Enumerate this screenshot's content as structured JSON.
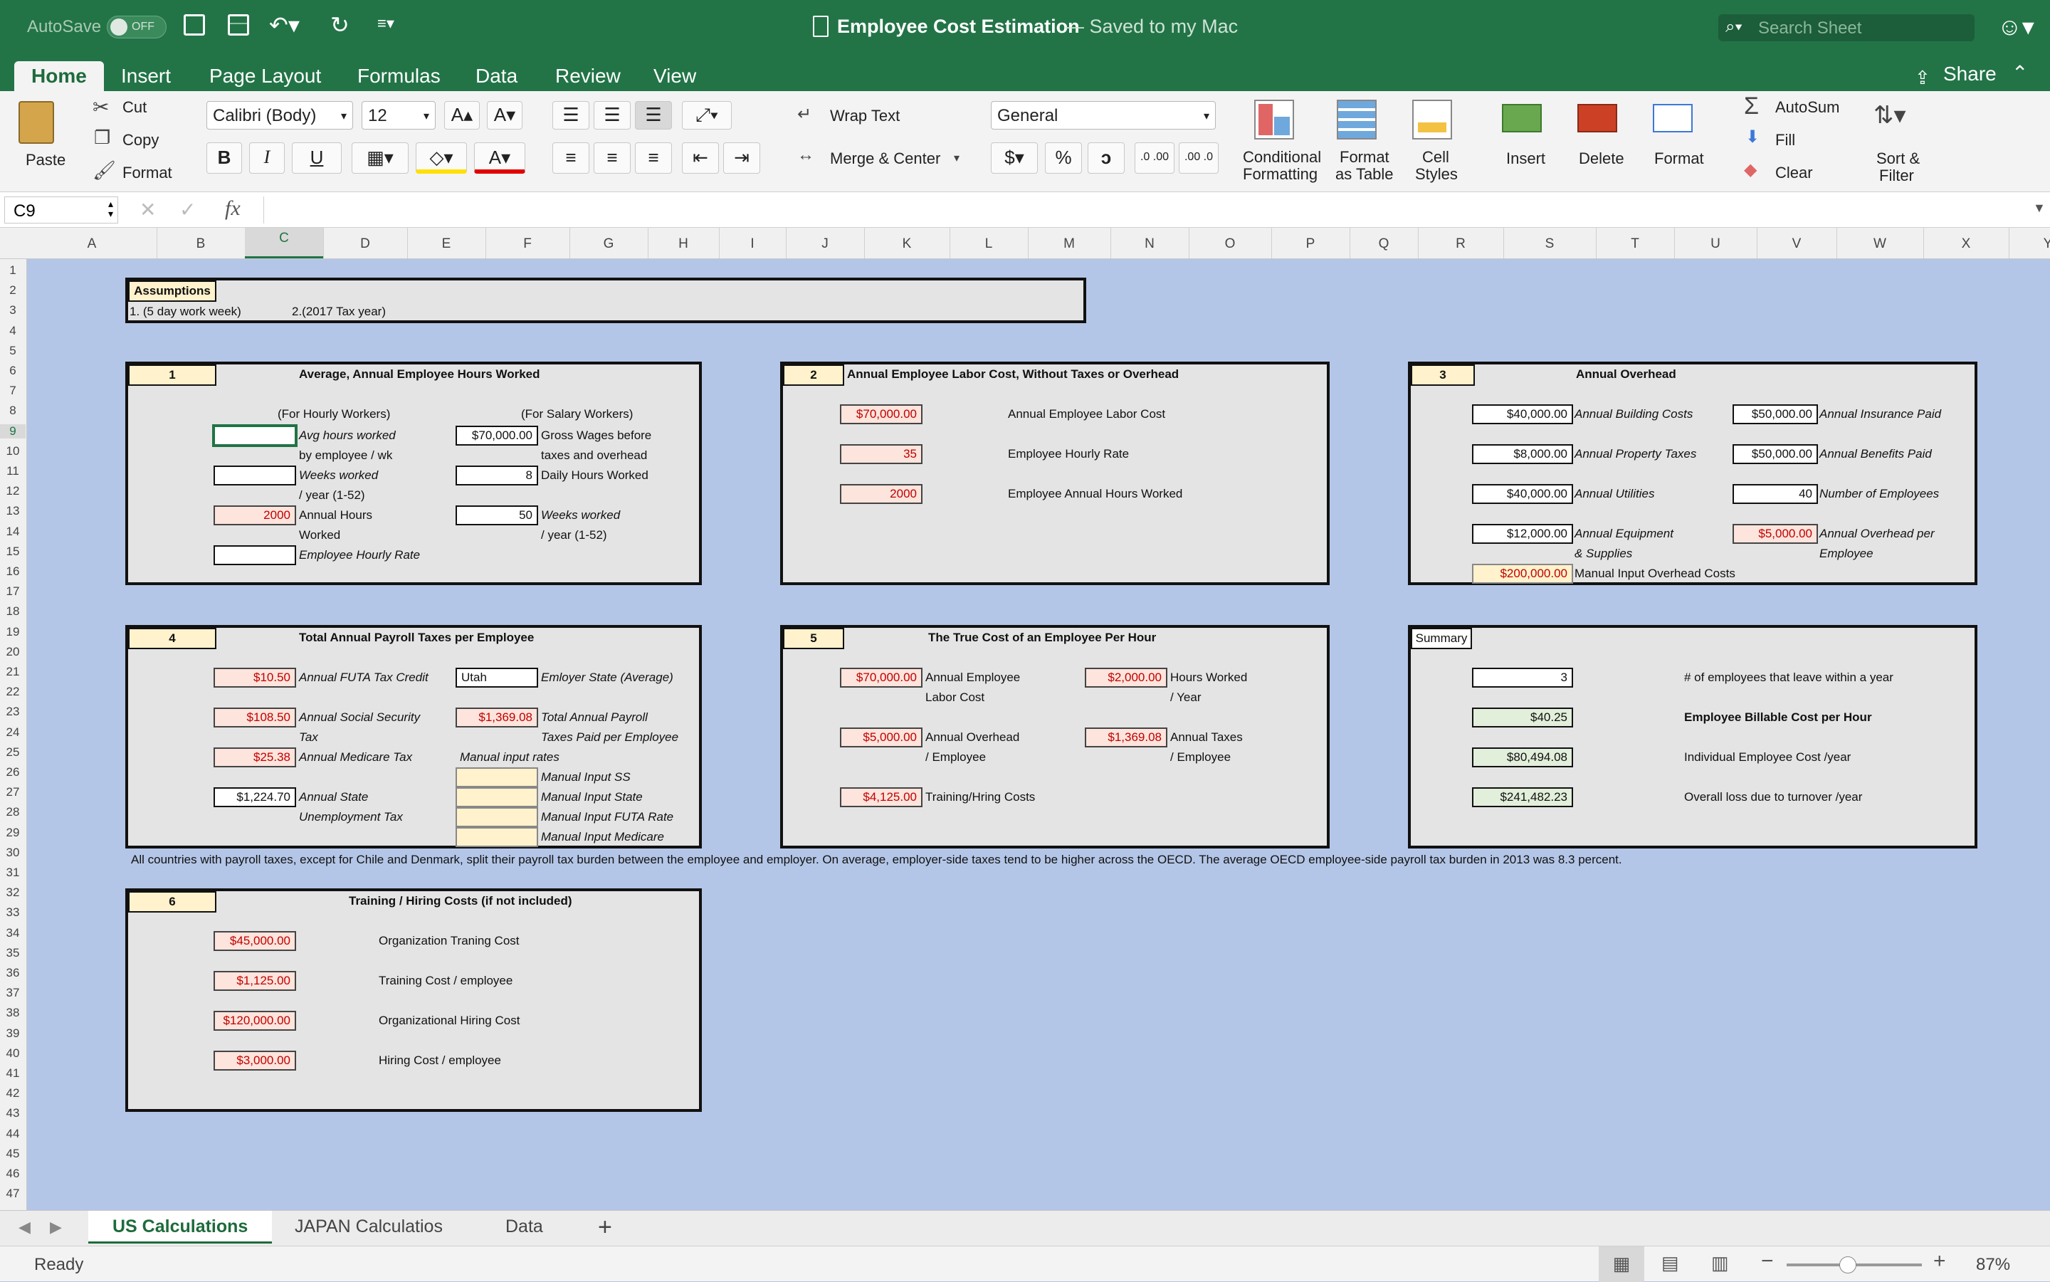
{
  "window": {
    "autosave": "AutoSave",
    "autosave_state": "OFF",
    "title": "Employee Cost Estimation",
    "saved_status": "— Saved to my Mac",
    "search_placeholder": "Search Sheet"
  },
  "ribbon_tabs": [
    {
      "label": "Home"
    },
    {
      "label": "Insert"
    },
    {
      "label": "Page Layout"
    },
    {
      "label": "Formulas"
    },
    {
      "label": "Data"
    },
    {
      "label": "Review"
    },
    {
      "label": "View"
    }
  ],
  "share_label": "Share",
  "ribbon": {
    "paste": "Paste",
    "cut": "Cut",
    "copy": "Copy",
    "format": "Format",
    "font_name": "Calibri (Body)",
    "font_size": "12",
    "wrap_text": "Wrap Text",
    "merge_center": "Merge & Center",
    "number_format": "General",
    "currency": "$",
    "percent": "%",
    "comma": "ɔ",
    "inc_dec": ".0 .00",
    "dec_dec": ".00 .0",
    "bold": "B",
    "italic": "I",
    "underline": "U",
    "cond_fmt_1": "Conditional",
    "cond_fmt_2": "Formatting",
    "fmt_table_1": "Format",
    "fmt_table_2": "as Table",
    "cell_styles_1": "Cell",
    "cell_styles_2": "Styles",
    "insert": "Insert",
    "delete": "Delete",
    "format_cells": "Format",
    "autosum": "AutoSum",
    "fill": "Fill",
    "clear": "Clear",
    "sort_1": "Sort &",
    "sort_2": "Filter"
  },
  "formula_bar": {
    "name_box": "C9",
    "fx": "fx",
    "formula": ""
  },
  "columns": [
    "A",
    "B",
    "C",
    "D",
    "E",
    "F",
    "G",
    "H",
    "I",
    "J",
    "K",
    "L",
    "M",
    "N",
    "O",
    "P",
    "Q",
    "R",
    "S",
    "T",
    "U",
    "V",
    "W",
    "X",
    "Y"
  ],
  "rows": [
    "1",
    "2",
    "3",
    "4",
    "5",
    "6",
    "7",
    "8",
    "9",
    "10",
    "11",
    "12",
    "13",
    "14",
    "15",
    "16",
    "17",
    "18",
    "19",
    "20",
    "21",
    "22",
    "23",
    "24",
    "25",
    "26",
    "27",
    "28",
    "29",
    "30",
    "31",
    "32",
    "33",
    "34",
    "35",
    "36",
    "37",
    "38",
    "39",
    "40",
    "41",
    "42",
    "43",
    "44",
    "45",
    "46",
    "47"
  ],
  "assumptions": {
    "title": "Assumptions",
    "a1": "1. (5 day work week)",
    "a2": "2.(2017 Tax year)"
  },
  "p1": {
    "num": "1",
    "title": "Average, Annual Employee Hours Worked",
    "hourly": "(For Hourly Workers)",
    "salary": "(For Salary Workers)",
    "avg_hours_1": "Avg hours worked",
    "avg_hours_2": "by employee / wk",
    "weeks_1": "Weeks worked",
    "weeks_2": "/ year (1-52)",
    "annual_hours_1": "Annual Hours",
    "annual_hours_2": "Worked",
    "hourly_rate": "Employee Hourly Rate",
    "annual_hours_val": "2000",
    "gross": "$70,000.00",
    "gross_1": "Gross Wages before",
    "gross_2": "taxes and overhead",
    "daily": "8",
    "daily_lbl": "Daily Hours Worked",
    "weeks_val": "50",
    "weeks_s1": "Weeks worked",
    "weeks_s2": "/ year (1-52)"
  },
  "p2": {
    "num": "2",
    "title": "Annual Employee Labor Cost, Without Taxes or Overhead",
    "labor_cost": "$70,000.00",
    "labor_cost_lbl": "Annual Employee Labor Cost",
    "rate": "35",
    "rate_lbl": "Employee Hourly Rate",
    "hours": "2000",
    "hours_lbl": "Employee Annual Hours Worked"
  },
  "p3": {
    "num": "3",
    "title": "Annual Overhead",
    "building": "$40,000.00",
    "building_lbl": "Annual Building Costs",
    "insurance": "$50,000.00",
    "insurance_lbl": "Annual Insurance Paid",
    "property": "$8,000.00",
    "property_lbl": "Annual Property Taxes",
    "benefits": "$50,000.00",
    "benefits_lbl": "Annual Benefits Paid",
    "utilities": "$40,000.00",
    "utilities_lbl": "Annual Utilities",
    "employees": "40",
    "employees_lbl": "Number of Employees",
    "equipment": "$12,000.00",
    "equipment_1": "Annual Equipment",
    "equipment_2": "& Supplies",
    "per_emp": "$5,000.00",
    "per_emp_1": "Annual Overhead per",
    "per_emp_2": "Employee",
    "manual": "$200,000.00",
    "manual_lbl": "Manual Input Overhead Costs"
  },
  "p4": {
    "num": "4",
    "title": "Total Annual Payroll Taxes per Employee",
    "futa": "$10.50",
    "futa_lbl": "Annual FUTA Tax Credit",
    "state": "Utah",
    "state_lbl": "Emloyer State (Average)",
    "ss": "$108.50",
    "ss_1": "Annual Social Security",
    "ss_2": "Tax",
    "total": "$1,369.08",
    "total_1": "Total Annual Payroll",
    "total_2": "Taxes Paid per Employee",
    "medicare": "$25.38",
    "medicare_lbl": "Annual Medicare Tax",
    "manual_rates": "Manual input rates",
    "m_ss": "Manual Input SS",
    "suta": "$1,224.70",
    "suta_1": "Annual State",
    "suta_2": "Unemployment Tax",
    "m_state": "Manual Input State",
    "m_futa": "Manual Input FUTA Rate",
    "m_medicare": "Manual Input Medicare"
  },
  "p5": {
    "num": "5",
    "title": "The True Cost of an Employee Per Hour",
    "labor": "$70,000.00",
    "labor_1": "Annual Employee",
    "labor_2": "Labor Cost",
    "hours": "$2,000.00",
    "hours_1": "Hours Worked",
    "hours_2": "/ Year",
    "overhead": "$5,000.00",
    "overhead_1": "Annual Overhead",
    "overhead_2": "/ Employee",
    "taxes": "$1,369.08",
    "taxes_1": "Annual Taxes",
    "taxes_2": "/ Employee",
    "training": "$4,125.00",
    "training_lbl": "Training/Hring Costs"
  },
  "summary": {
    "title": "Summary",
    "leave": "3",
    "leave_lbl": "# of employees that leave within a year",
    "billable": "$40.25",
    "billable_lbl": "Employee Billable Cost per Hour",
    "individual": "$80,494.08",
    "individual_lbl": "Individual Employee Cost /year",
    "loss": "$241,482.23",
    "loss_lbl": "Overall loss due to turnover /year"
  },
  "note": "All countries with payroll taxes, except for Chile and Denmark, split their payroll tax burden between the employee and employer. On average, employer-side taxes tend to be higher across the OECD. The average OECD employee-side payroll tax burden in 2013 was 8.3 percent.",
  "p6": {
    "num": "6",
    "title": "Training / Hiring Costs (if not included)",
    "org_training": "$45,000.00",
    "org_training_lbl": "Organization Traning Cost",
    "training_emp": "$1,125.00",
    "training_emp_lbl": "Training Cost / employee",
    "org_hiring": "$120,000.00",
    "org_hiring_lbl": "Organizational Hiring Cost",
    "hiring_emp": "$3,000.00",
    "hiring_emp_lbl": "Hiring Cost / employee"
  },
  "sheets": [
    {
      "label": "US Calculations"
    },
    {
      "label": "JAPAN Calculatios"
    },
    {
      "label": "Data"
    }
  ],
  "add_sheet": "+",
  "status": {
    "ready": "Ready",
    "zoom": "87%"
  }
}
